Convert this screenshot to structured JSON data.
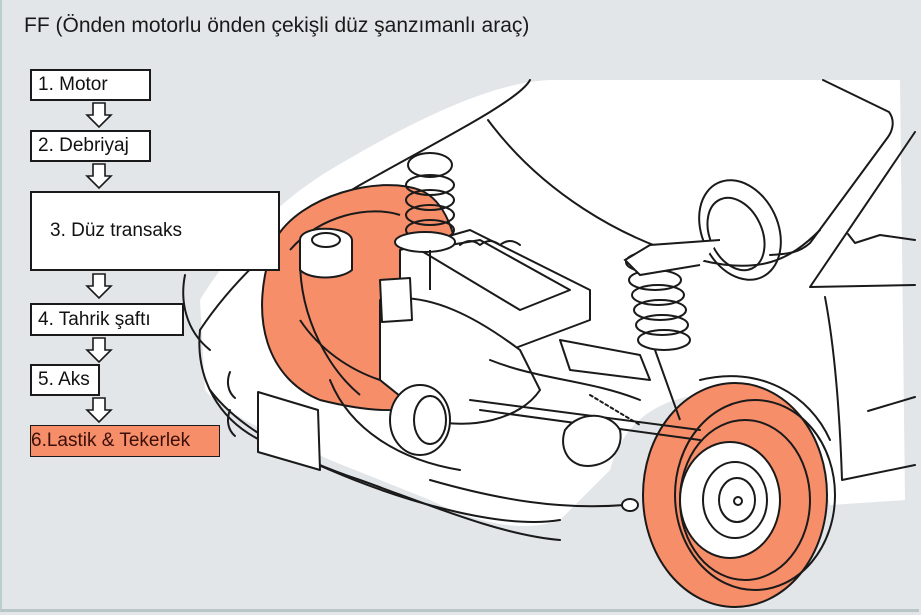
{
  "title": "FF (Önden motorlu önden çekişli düz şanzımanlı araç)",
  "colors": {
    "background": "#e3e6e9",
    "highlight": "#f78e6a",
    "line": "#1a1a1a",
    "box": "#ffffff"
  },
  "flow": {
    "steps": [
      {
        "label": "1. Motor",
        "highlighted": false
      },
      {
        "label": "2. Debriyaj",
        "highlighted": false
      },
      {
        "label": "3. Düz transaks",
        "highlighted": false
      },
      {
        "label": "4. Tahrik şaftı",
        "highlighted": false
      },
      {
        "label": "5. Aks",
        "highlighted": false
      },
      {
        "label": "6.Lastik & Tekerlek",
        "highlighted": true
      }
    ],
    "connector_icon": "down-arrow-icon"
  },
  "illustration": {
    "subject": "Front-engine front-wheel-drive car cutaway",
    "highlighted_parts": [
      "front-left-wheel",
      "front-right-wheel"
    ],
    "visible_parts": [
      "engine",
      "transaxle",
      "suspension-struts",
      "steering-wheel",
      "drive-shaft",
      "front-bumper",
      "hood",
      "windshield"
    ]
  }
}
